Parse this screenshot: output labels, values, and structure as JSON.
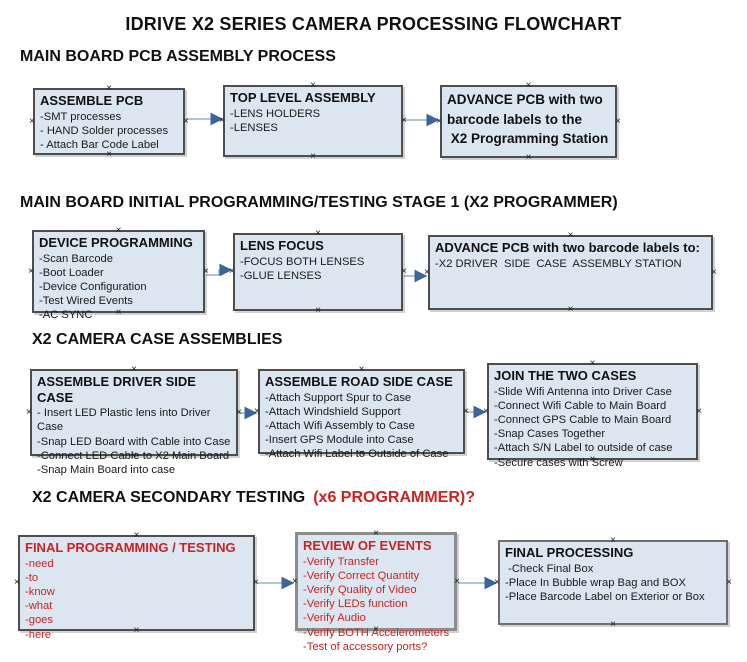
{
  "title": "IDRIVE X2  SERIES CAMERA PROCESSING FLOWCHART",
  "diagram": {
    "handle_glyph": "×"
  },
  "colors": {
    "box_fill": "#dce6f1",
    "box_border": "#4d4d4d",
    "red_text": "#cc2222",
    "arrow_line": "#9ab0c8",
    "arrow_head": "#3d6498"
  },
  "sections": {
    "s1": {
      "heading": "MAIN BOARD PCB ASSEMBLY PROCESS"
    },
    "s2": {
      "heading": "MAIN BOARD INITIAL PROGRAMMING/TESTING STAGE 1 (X2 PROGRAMMER)"
    },
    "s3": {
      "heading": "X2 CAMERA CASE ASSEMBLIES"
    },
    "s4": {
      "heading_black": "X2 CAMERA SECONDARY TESTING",
      "heading_red": "(x6 PROGRAMMER)?"
    }
  },
  "boxes": {
    "assemble_pcb": {
      "title": "ASSEMBLE PCB",
      "items": [
        "-SMT processes",
        "- HAND Solder processes",
        "- Attach Bar Code Label"
      ]
    },
    "top_level_assembly": {
      "title": "TOP LEVEL ASSEMBLY",
      "items": [
        "-LENS HOLDERS",
        "-LENSES"
      ]
    },
    "advance_pcb_programming": {
      "title": "ADVANCE PCB with two\nbarcode labels to the\n X2 Programming Station",
      "items": []
    },
    "device_programming": {
      "title": "DEVICE PROGRAMMING",
      "items": [
        "-Scan Barcode",
        "-Boot Loader",
        "-Device Configuration",
        "-Test Wired Events",
        "-AC SYNC"
      ]
    },
    "lens_focus": {
      "title": "LENS FOCUS",
      "items": [
        "-FOCUS BOTH LENSES",
        "-GLUE LENSES"
      ]
    },
    "advance_pcb_case": {
      "title": "ADVANCE PCB with two barcode labels to:",
      "items": [
        "-X2 DRIVER  SIDE  CASE  ASSEMBLY STATION"
      ]
    },
    "assemble_driver_side": {
      "title": "ASSEMBLE DRIVER SIDE CASE",
      "items": [
        "- Insert LED Plastic lens into Driver Case",
        "-Snap LED Board with Cable into Case",
        "-Connect LED Cable to X2 Main Board",
        "-Snap Main Board into case"
      ]
    },
    "assemble_road_side": {
      "title": "ASSEMBLE ROAD SIDE CASE",
      "items": [
        "-Attach Support Spur to Case",
        "-Attach Windshield Support",
        "-Attach Wifi Assembly to Case",
        "-Insert GPS Module into Case",
        "-Attach Wifi Label to Outside of Case"
      ]
    },
    "join_two_cases": {
      "title": "JOIN THE TWO CASES",
      "items": [
        "-Slide Wifi Antenna into Driver Case",
        "-Connect Wifi Cable to Main Board",
        "-Connect GPS Cable to Main Board",
        "-Snap Cases Together",
        "-Attach S/N Label to outside of case",
        "-Secure cases with Screw"
      ]
    },
    "final_programming": {
      "title": "FINAL PROGRAMMING / TESTING",
      "items": [
        "-need",
        "-to",
        "-know",
        "-what",
        "-goes",
        "-here"
      ]
    },
    "review_of_events": {
      "title": "REVIEW OF EVENTS",
      "items": [
        "-Verify Transfer",
        "-Verify Correct Quantity",
        "-Verify Quality of Video",
        "-Verify LEDs function",
        "-Verify Audio",
        "-Verify BOTH Accelerometers",
        "-Test of accessory ports?"
      ]
    },
    "final_processing": {
      "title": "FINAL PROCESSING",
      "items": [
        " -Check Final Box",
        "-Place In Bubble wrap Bag and BOX",
        "-Place Barcode Label on Exterior or Box"
      ]
    }
  }
}
